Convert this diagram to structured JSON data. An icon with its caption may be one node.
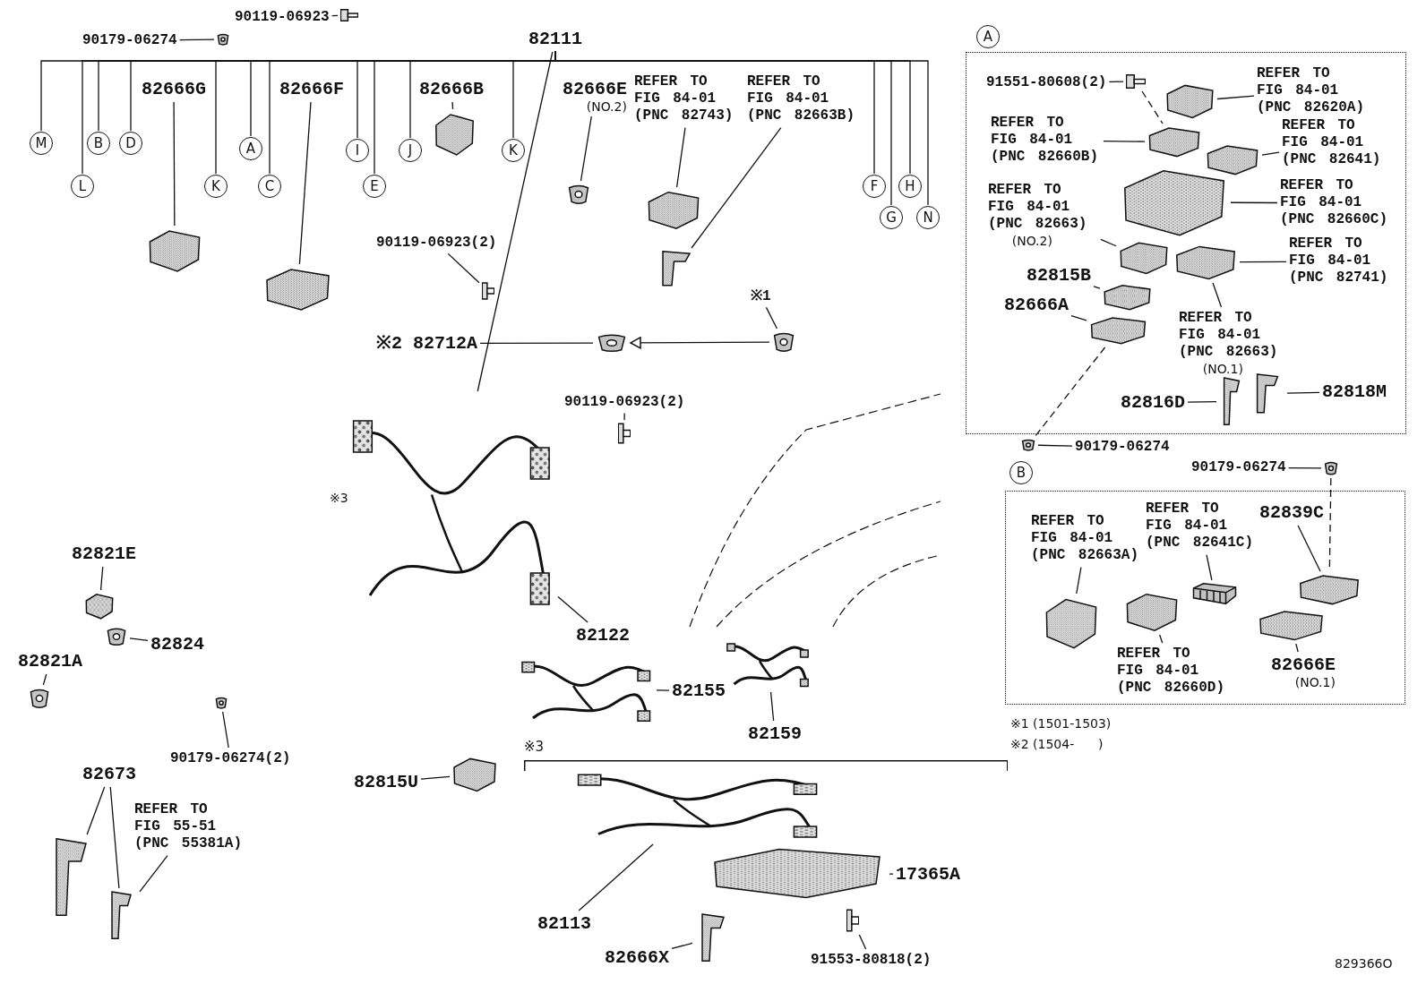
{
  "diagram": {
    "nodes": [
      {
        "text": [
          "90119-06923"
        ]
      },
      {
        "text": [],
        "shape": "picture"
      },
      {
        "text": [
          "90179-06274"
        ]
      },
      {
        "text": [],
        "shape": "picture"
      },
      {
        "text": [
          "82111"
        ]
      },
      {
        "text": [],
        "shape": "picture",
        "beside": [
          "※3"
        ]
      },
      {
        "text": [
          "M"
        ]
      },
      {
        "text": [
          "B"
        ]
      },
      {
        "text": [
          "D"
        ]
      },
      {
        "text": [
          "L"
        ]
      },
      {
        "text": [
          "K"
        ]
      },
      {
        "text": [
          "A"
        ]
      },
      {
        "text": [
          "C"
        ]
      },
      {
        "text": [
          "I"
        ]
      },
      {
        "text": [
          "E"
        ]
      },
      {
        "text": [
          "J"
        ]
      },
      {
        "text": [
          "K"
        ]
      },
      {
        "text": [
          "F"
        ]
      },
      {
        "text": [
          "G"
        ]
      },
      {
        "text": [
          "H"
        ]
      },
      {
        "text": [
          "N"
        ]
      },
      {
        "text": [
          "82666G"
        ]
      },
      {
        "text": [],
        "shape": "picture"
      },
      {
        "text": [
          "82666F"
        ]
      },
      {
        "text": [],
        "shape": "picture"
      },
      {
        "text": [
          "82666B"
        ]
      },
      {
        "text": [],
        "shape": "picture"
      },
      {
        "text": [
          "82666E",
          "(NO.2)"
        ]
      },
      {
        "text": [],
        "shape": "picture"
      },
      {
        "text": [
          "REFER TO FIG 84-01 (PNC 82743)"
        ]
      },
      {
        "text": [],
        "shape": "picture"
      },
      {
        "text": [
          "REFER TO FIG 84-01 (PNC 82663B)"
        ]
      },
      {
        "text": [],
        "shape": "picture"
      },
      {
        "text": [
          "90119-06923(2)"
        ]
      },
      {
        "text": [],
        "shape": "picture"
      },
      {
        "text": [
          "※2 82712A"
        ]
      },
      {
        "text": [],
        "shape": "picture"
      },
      {
        "text": [
          "※1"
        ]
      },
      {
        "text": [],
        "shape": "picture"
      },
      {
        "text": [
          "90119-06923(2)"
        ]
      },
      {
        "text": [],
        "shape": "picture"
      },
      {
        "text": [
          "82821E"
        ]
      },
      {
        "text": [],
        "shape": "picture"
      },
      {
        "text": [
          "82824"
        ]
      },
      {
        "text": [],
        "shape": "picture"
      },
      {
        "text": [
          "82821A"
        ]
      },
      {
        "text": [],
        "shape": "picture"
      },
      {
        "text": [
          "90179-06274(2)"
        ]
      },
      {
        "text": [],
        "shape": "picture"
      },
      {
        "text": [
          "82815U"
        ]
      },
      {
        "text": [],
        "shape": "picture"
      },
      {
        "text": [
          "82122"
        ]
      },
      {
        "text": [
          "82155"
        ]
      },
      {
        "text": [],
        "shape": "picture"
      },
      {
        "text": [
          "82159"
        ]
      },
      {
        "text": [],
        "shape": "picture"
      },
      {
        "text": [
          "82673"
        ]
      },
      {
        "text": [],
        "shape": "picture"
      },
      {
        "text": [
          "REFER TO FIG 55-51 (PNC 55381A)"
        ]
      },
      {
        "text": [],
        "shape": "picture"
      },
      {
        "text": [
          "※3"
        ]
      },
      {
        "text": [
          "17365A"
        ],
        "in": 60
      },
      {
        "text": [],
        "shape": "picture",
        "in": 60
      },
      {
        "text": [
          "82113"
        ],
        "in": 60
      },
      {
        "text": [],
        "shape": "picture",
        "in": 60
      },
      {
        "text": [
          "82666X"
        ],
        "in": 60
      },
      {
        "text": [],
        "shape": "picture",
        "in": 60
      },
      {
        "text": [
          "91553-80818(2)"
        ],
        "in": 60
      },
      {
        "text": [],
        "shape": "picture",
        "in": 60
      },
      {
        "text": [
          "A"
        ]
      },
      {
        "text": [],
        "shape": "box"
      },
      {
        "text": [
          "91551-80608(2)"
        ],
        "in": 70
      },
      {
        "text": [],
        "shape": "picture",
        "in": 70
      },
      {
        "text": [
          "REFER TO FIG 84-01 (PNC 82620A)"
        ],
        "in": 70
      },
      {
        "text": [],
        "shape": "picture",
        "in": 70
      },
      {
        "text": [
          "REFER TO FIG 84-01 (PNC 82660B)"
        ],
        "in": 70
      },
      {
        "text": [],
        "shape": "picture",
        "in": 70
      },
      {
        "text": [
          "REFER TO FIG 84-01 (PNC 82641)"
        ],
        "in": 70
      },
      {
        "text": [],
        "shape": "picture",
        "in": 70
      },
      {
        "text": [
          "REFER TO FIG 84-01 (PNC 82660C)"
        ],
        "in": 70
      },
      {
        "text": [],
        "shape": "picture",
        "in": 70
      },
      {
        "text": [
          "REFER TO FIG 84-01 (PNC 82663)",
          "(NO.2)"
        ],
        "in": 70
      },
      {
        "text": [],
        "shape": "picture",
        "in": 70
      },
      {
        "text": [
          "REFER TO FIG 84-01 (PNC 82741)"
        ],
        "in": 70
      },
      {
        "text": [],
        "shape": "picture",
        "in": 70
      },
      {
        "text": [
          "82815B"
        ],
        "in": 70
      },
      {
        "text": [],
        "shape": "picture",
        "in": 70
      },
      {
        "text": [
          "82666A"
        ],
        "in": 70
      },
      {
        "text": [],
        "shape": "picture",
        "in": 70
      },
      {
        "text": [
          "REFER TO FIG 84-01 (PNC 82663)",
          "(NO.1)"
        ],
        "in": 70
      },
      {
        "text": [
          "82816D"
        ],
        "in": 70
      },
      {
        "text": [],
        "shape": "picture",
        "in": 70
      },
      {
        "text": [
          "82818M"
        ],
        "in": 70
      },
      {
        "text": [],
        "shape": "picture",
        "in": 70
      },
      {
        "text": [
          "90179-06274"
        ]
      },
      {
        "text": [],
        "shape": "picture"
      },
      {
        "text": [
          "B"
        ]
      },
      {
        "text": [],
        "shape": "box"
      },
      {
        "text": [
          "90179-06274"
        ]
      },
      {
        "text": [],
        "shape": "picture"
      },
      {
        "text": [
          "REFER TO FIG 84-01 (PNC 82663A)"
        ],
        "in": 97
      },
      {
        "text": [],
        "shape": "picture",
        "in": 97
      },
      {
        "text": [
          "REFER TO FIG 84-01 (PNC 82641C)"
        ],
        "in": 97
      },
      {
        "text": [],
        "shape": "picture",
        "in": 97
      },
      {
        "text": [
          "82839C"
        ],
        "in": 97
      },
      {
        "text": [],
        "shape": "picture",
        "in": 97
      },
      {
        "text": [
          "REFER TO FIG 84-01 (PNC 82660D)"
        ],
        "in": 97
      },
      {
        "text": [],
        "shape": "picture",
        "in": 97
      },
      {
        "text": [
          "82666E",
          "(NO.1)"
        ],
        "in": 97
      },
      {
        "text": [],
        "shape": "picture",
        "in": 97
      }
    ],
    "edges": [
      {
        "from": 0,
        "to": 1,
        "arrow": "none"
      },
      {
        "from": 2,
        "to": 3,
        "arrow": "none"
      },
      {
        "from": 4,
        "to": 5,
        "arrow": "none"
      },
      {
        "from": 4,
        "to": 6,
        "arrow": "none"
      },
      {
        "from": 4,
        "to": 7,
        "arrow": "none"
      },
      {
        "from": 4,
        "to": 8,
        "arrow": "none"
      },
      {
        "from": 4,
        "to": 9,
        "arrow": "none"
      },
      {
        "from": 4,
        "to": 10,
        "arrow": "none"
      },
      {
        "from": 4,
        "to": 11,
        "arrow": "none"
      },
      {
        "from": 4,
        "to": 12,
        "arrow": "none"
      },
      {
        "from": 4,
        "to": 13,
        "arrow": "none"
      },
      {
        "from": 4,
        "to": 14,
        "arrow": "none"
      },
      {
        "from": 4,
        "to": 15,
        "arrow": "none"
      },
      {
        "from": 4,
        "to": 16,
        "arrow": "none"
      },
      {
        "from": 4,
        "to": 17,
        "arrow": "none"
      },
      {
        "from": 4,
        "to": 18,
        "arrow": "none"
      },
      {
        "from": 4,
        "to": 19,
        "arrow": "none"
      },
      {
        "from": 4,
        "to": 20,
        "arrow": "none"
      },
      {
        "from": 21,
        "to": 22,
        "arrow": "none"
      },
      {
        "from": 23,
        "to": 24,
        "arrow": "none"
      },
      {
        "from": 25,
        "to": 26,
        "arrow": "none"
      },
      {
        "from": 27,
        "to": 28,
        "arrow": "none"
      },
      {
        "from": 29,
        "to": 30,
        "arrow": "none"
      },
      {
        "from": 31,
        "to": 32,
        "arrow": "none"
      },
      {
        "from": 33,
        "to": 34,
        "arrow": "none"
      },
      {
        "from": 35,
        "to": 36,
        "arrow": "none"
      },
      {
        "from": 37,
        "to": 38,
        "arrow": "none"
      },
      {
        "from": 38,
        "to": 36,
        "arrow": "to"
      },
      {
        "from": 39,
        "to": 40,
        "arrow": "none"
      },
      {
        "from": 41,
        "to": 42,
        "arrow": "none"
      },
      {
        "from": 43,
        "to": 44,
        "arrow": "none"
      },
      {
        "from": 45,
        "to": 46,
        "arrow": "none"
      },
      {
        "from": 47,
        "to": 48,
        "arrow": "none"
      },
      {
        "from": 49,
        "to": 50,
        "arrow": "none"
      },
      {
        "from": 51,
        "to": 5,
        "arrow": "none"
      },
      {
        "from": 52,
        "to": 53,
        "arrow": "none"
      },
      {
        "from": 54,
        "to": 55,
        "arrow": "none"
      },
      {
        "from": 56,
        "to": 57,
        "arrow": "none"
      },
      {
        "from": 56,
        "to": 59,
        "arrow": "none"
      },
      {
        "from": 58,
        "to": 59,
        "arrow": "none"
      },
      {
        "from": 61,
        "to": 62,
        "arrow": "none"
      },
      {
        "from": 63,
        "to": 64,
        "arrow": "none"
      },
      {
        "from": 65,
        "to": 66,
        "arrow": "none"
      },
      {
        "from": 67,
        "to": 68,
        "arrow": "none"
      },
      {
        "from": 71,
        "to": 72,
        "arrow": "none"
      },
      {
        "from": 72,
        "to": 76,
        "arrow": "none",
        "style": "dashed"
      },
      {
        "from": 73,
        "to": 74,
        "arrow": "none"
      },
      {
        "from": 75,
        "to": 76,
        "arrow": "none"
      },
      {
        "from": 77,
        "to": 78,
        "arrow": "none"
      },
      {
        "from": 79,
        "to": 80,
        "arrow": "none"
      },
      {
        "from": 81,
        "to": 82,
        "arrow": "none"
      },
      {
        "from": 83,
        "to": 84,
        "arrow": "none"
      },
      {
        "from": 85,
        "to": 86,
        "arrow": "none"
      },
      {
        "from": 87,
        "to": 88,
        "arrow": "none"
      },
      {
        "from": 89,
        "to": 84,
        "arrow": "none"
      },
      {
        "from": 90,
        "to": 91,
        "arrow": "none"
      },
      {
        "from": 92,
        "to": 93,
        "arrow": "none"
      },
      {
        "from": 88,
        "to": 95,
        "arrow": "none",
        "style": "dashed"
      },
      {
        "from": 94,
        "to": 95,
        "arrow": "none"
      },
      {
        "from": 98,
        "to": 99,
        "arrow": "none"
      },
      {
        "from": 99,
        "to": 105,
        "arrow": "none",
        "style": "dashed"
      },
      {
        "from": 100,
        "to": 101,
        "arrow": "none"
      },
      {
        "from": 102,
        "to": 103,
        "arrow": "none"
      },
      {
        "from": 104,
        "to": 105,
        "arrow": "none"
      },
      {
        "from": 106,
        "to": 107,
        "arrow": "none"
      },
      {
        "from": 108,
        "to": 109,
        "arrow": "none"
      }
    ],
    "labels": [
      "※1 (1501-1503)",
      "※2 (1504-      )",
      "829366O"
    ]
  }
}
